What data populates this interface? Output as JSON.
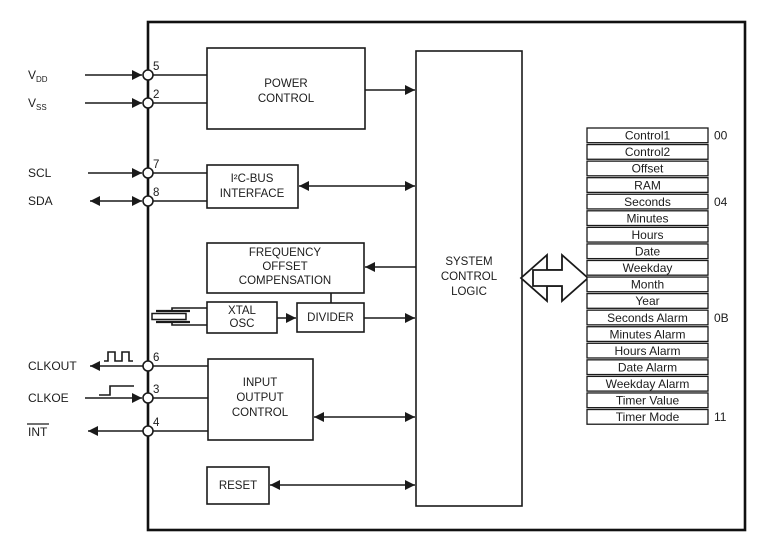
{
  "colors": {
    "line": "#1a1a1a",
    "background": "#ffffff",
    "text": "#1c1c1c"
  },
  "blocks": {
    "power_control": {
      "lines": [
        "POWER",
        "CONTROL"
      ]
    },
    "i2c_interface": {
      "lines": [
        "I²C-BUS",
        "INTERFACE"
      ]
    },
    "freq_offset_comp": {
      "lines": [
        "FREQUENCY",
        "OFFSET",
        "COMPENSATION"
      ]
    },
    "xtal_osc": {
      "lines": [
        "XTAL",
        "OSC"
      ]
    },
    "divider": {
      "lines": [
        "DIVIDER"
      ]
    },
    "system_control_logic": {
      "lines": [
        "SYSTEM",
        "CONTROL",
        "LOGIC"
      ]
    },
    "input_output_control": {
      "lines": [
        "INPUT",
        "OUTPUT",
        "CONTROL"
      ]
    },
    "reset": {
      "lines": [
        "RESET"
      ]
    }
  },
  "pins": [
    {
      "name": "VDD",
      "base": "V",
      "sub": "DD",
      "number": "5",
      "direction": "in"
    },
    {
      "name": "VSS",
      "base": "V",
      "sub": "SS",
      "number": "2",
      "direction": "in"
    },
    {
      "name": "SCL",
      "label": "SCL",
      "number": "7",
      "direction": "in"
    },
    {
      "name": "SDA",
      "label": "SDA",
      "number": "8",
      "direction": "bidirectional"
    },
    {
      "name": "CLKOUT",
      "label": "CLKOUT",
      "number": "6",
      "direction": "out"
    },
    {
      "name": "CLKOE",
      "label": "CLKOE",
      "number": "3",
      "direction": "in"
    },
    {
      "name": "INT",
      "label": "INT",
      "number": "4",
      "direction": "out",
      "overline": true
    }
  ],
  "registers": {
    "rows": [
      {
        "label": "Control1",
        "address": "00"
      },
      {
        "label": "Control2"
      },
      {
        "label": "Offset"
      },
      {
        "label": "RAM"
      },
      {
        "label": "Seconds",
        "address": "04"
      },
      {
        "label": "Minutes"
      },
      {
        "label": "Hours"
      },
      {
        "label": "Date"
      },
      {
        "label": "Weekday"
      },
      {
        "label": "Month"
      },
      {
        "label": "Year"
      },
      {
        "label": "Seconds Alarm",
        "address": "0B"
      },
      {
        "label": "Minutes Alarm"
      },
      {
        "label": "Hours Alarm"
      },
      {
        "label": "Date Alarm"
      },
      {
        "label": "Weekday Alarm"
      },
      {
        "label": "Timer Value"
      },
      {
        "label": "Timer Mode",
        "address": "11"
      }
    ]
  },
  "icons": {
    "crystal": "quartz-crystal-symbol",
    "clkout_wave": "square-wave-symbol",
    "clkoe_level": "enable-level-step-symbol",
    "bus": "hollow-double-headed-arrow"
  }
}
